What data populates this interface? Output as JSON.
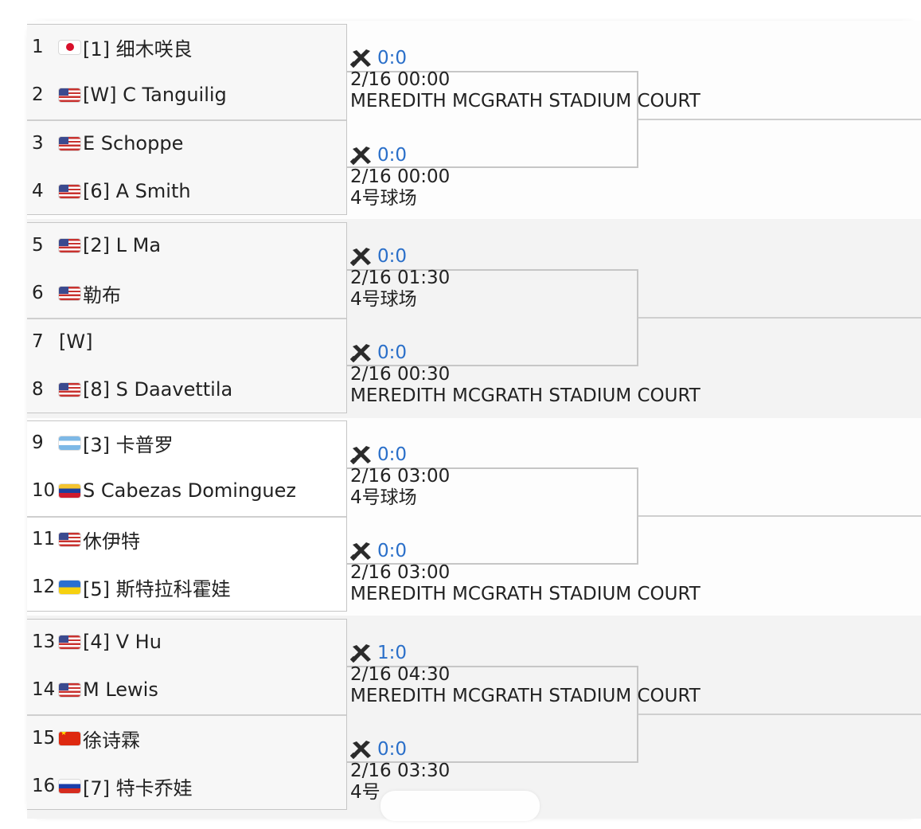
{
  "players": [
    {
      "no": "1",
      "flag": "jp",
      "name": "[1] 细木咲良"
    },
    {
      "no": "2",
      "flag": "us",
      "name": "[W] C Tanguilig"
    },
    {
      "no": "3",
      "flag": "us",
      "name": " E Schoppe"
    },
    {
      "no": "4",
      "flag": "us",
      "name": "[6] A Smith"
    },
    {
      "no": "5",
      "flag": "us",
      "name": "[2] L Ma"
    },
    {
      "no": "6",
      "flag": "us",
      "name": " 勒布"
    },
    {
      "no": "7",
      "flag": "",
      "name": "[W]"
    },
    {
      "no": "8",
      "flag": "us",
      "name": "[8] S Daavettila"
    },
    {
      "no": "9",
      "flag": "ar",
      "name": "[3] 卡普罗"
    },
    {
      "no": "10",
      "flag": "ve",
      "name": " S Cabezas Dominguez"
    },
    {
      "no": "11",
      "flag": "us",
      "name": " 休伊特"
    },
    {
      "no": "12",
      "flag": "ua",
      "name": "[5] 斯特拉科霍娃"
    },
    {
      "no": "13",
      "flag": "us",
      "name": "[4] V Hu"
    },
    {
      "no": "14",
      "flag": "us",
      "name": " M Lewis"
    },
    {
      "no": "15",
      "flag": "cn",
      "name": " 徐诗霖"
    },
    {
      "no": "16",
      "flag": "ru",
      "name": "[7] 特卡乔娃"
    }
  ],
  "matches": [
    {
      "score": "0:0",
      "when": "2/16 00:00",
      "court": "MEREDITH MCGRATH STADIUM COURT"
    },
    {
      "score": "0:0",
      "when": "2/16 00:00",
      "court": "4号球场"
    },
    {
      "score": "0:0",
      "when": "2/16 01:30",
      "court": "4号球场"
    },
    {
      "score": "0:0",
      "when": "2/16 00:30",
      "court": "MEREDITH MCGRATH STADIUM COURT"
    },
    {
      "score": "0:0",
      "when": "2/16 03:00",
      "court": "4号球场"
    },
    {
      "score": "0:0",
      "when": "2/16 03:00",
      "court": "MEREDITH MCGRATH STADIUM COURT"
    },
    {
      "score": "1:0",
      "when": "2/16 04:30",
      "court": "MEREDITH MCGRATH STADIUM COURT"
    },
    {
      "score": "0:0",
      "when": "2/16 03:30",
      "court": "4号"
    }
  ],
  "icons": {
    "match_icon": "crossed-rackets-icon"
  },
  "colors": {
    "score": "#2a6fc9",
    "border": "#c6c6c6",
    "band_dark": "#f3f3f3"
  }
}
